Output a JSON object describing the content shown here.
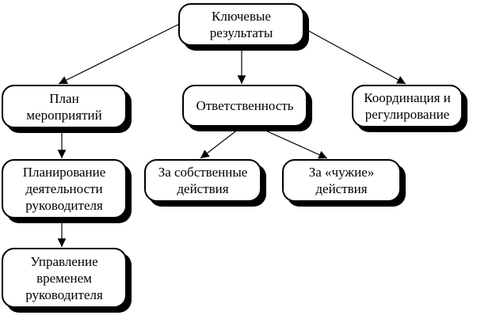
{
  "nodes": {
    "key_results": "Ключевые\nрезультаты",
    "plan": "План\nмероприятий",
    "responsibility": "Ответственность",
    "coordination": "Координация и\nрегулирование",
    "manager_planning": "Планирование\nдеятельности\nруководителя",
    "time_management": "Управление\nвременем\nруководителя",
    "own_actions": "За собственные\nдействия",
    "others_actions": "За «чужие»\nдействия"
  }
}
